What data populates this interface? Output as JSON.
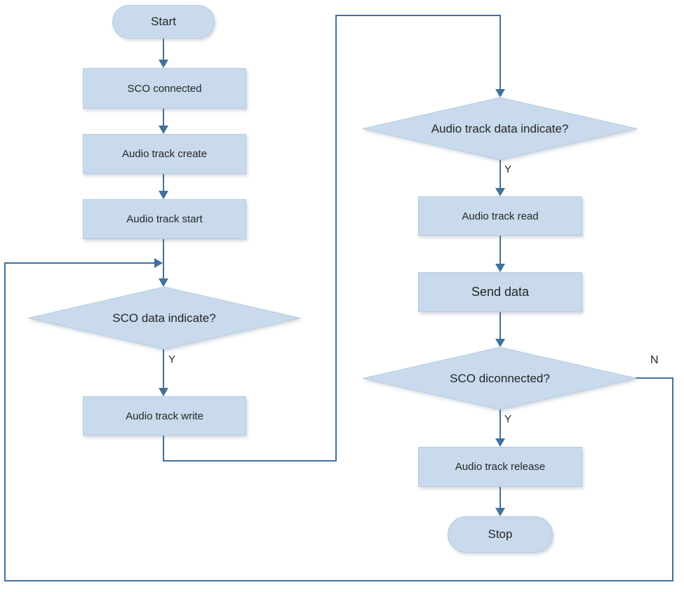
{
  "diagram": {
    "kind": "flowchart",
    "description": "SCO audio data flow between SCO link and Android audio track"
  },
  "colors": {
    "background": "#ffffff",
    "node_fill": "#c8daec",
    "node_border": "#b5cce2",
    "connector": "#41719c",
    "text": "#262626"
  },
  "nodes": {
    "start": {
      "type": "terminator",
      "label": "Start"
    },
    "sco_connected": {
      "type": "process",
      "label": "SCO connected"
    },
    "audio_track_create": {
      "type": "process",
      "label": "Audio track create"
    },
    "audio_track_start": {
      "type": "process",
      "label": "Audio track start"
    },
    "sco_data_indicate": {
      "type": "decision",
      "label": "SCO data indicate?"
    },
    "audio_track_write": {
      "type": "process",
      "label": "Audio track write"
    },
    "audio_track_data_indicate": {
      "type": "decision",
      "label": "Audio track data indicate?"
    },
    "audio_track_read": {
      "type": "process",
      "label": "Audio track read"
    },
    "send_data": {
      "type": "process",
      "label": "Send data"
    },
    "sco_diconnected": {
      "type": "decision",
      "label": "SCO diconnected?"
    },
    "audio_track_release": {
      "type": "process",
      "label": "Audio track release"
    },
    "stop": {
      "type": "terminator",
      "label": "Stop"
    }
  },
  "edge_labels": {
    "yes": "Y",
    "no": "N"
  },
  "edges": [
    {
      "from": "start",
      "to": "sco_connected"
    },
    {
      "from": "sco_connected",
      "to": "audio_track_create"
    },
    {
      "from": "audio_track_create",
      "to": "audio_track_start"
    },
    {
      "from": "audio_track_start",
      "to": "sco_data_indicate"
    },
    {
      "from": "sco_data_indicate",
      "to": "audio_track_write",
      "label": "Y"
    },
    {
      "from": "audio_track_write",
      "to": "audio_track_data_indicate"
    },
    {
      "from": "audio_track_data_indicate",
      "to": "audio_track_read",
      "label": "Y"
    },
    {
      "from": "audio_track_read",
      "to": "send_data"
    },
    {
      "from": "send_data",
      "to": "sco_diconnected"
    },
    {
      "from": "sco_diconnected",
      "to": "audio_track_release",
      "label": "Y"
    },
    {
      "from": "sco_diconnected",
      "to": "sco_data_indicate",
      "label": "N"
    },
    {
      "from": "audio_track_release",
      "to": "stop"
    }
  ]
}
